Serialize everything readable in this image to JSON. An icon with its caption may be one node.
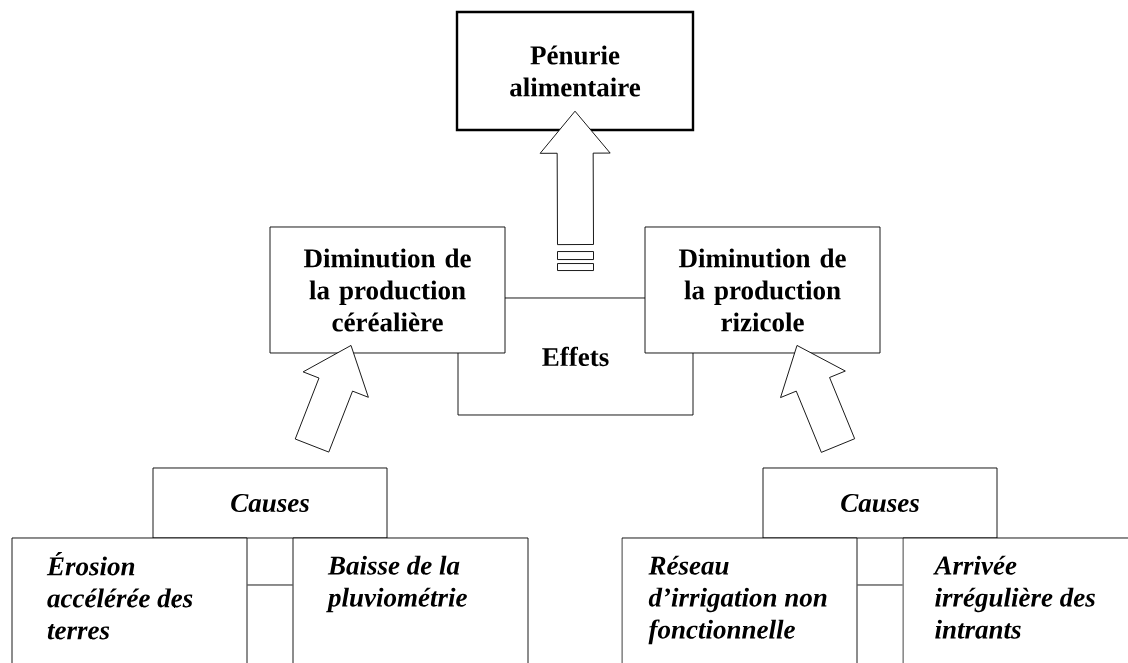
{
  "diagram": {
    "nodes": [
      {
        "text": [
          "Pénurie alimentaire"
        ]
      },
      {
        "text": [
          "Diminution de la production céréalière"
        ]
      },
      {
        "text": [
          "Diminution de la production rizicole"
        ]
      },
      {
        "text": [
          "Effets"
        ]
      },
      {
        "text": [
          "Causes"
        ]
      },
      {
        "text": [
          "Causes"
        ]
      },
      {
        "text": [
          "Érosion accélérée des terres"
        ]
      },
      {
        "text": [
          "Baisse de la pluviométrie"
        ]
      },
      {
        "text": [
          "Réseau d’irrigation non fonctionnelle"
        ]
      },
      {
        "text": [
          "Arrivée irrégulière des intrants"
        ]
      }
    ],
    "edges": [
      {
        "from": 3,
        "to": 0,
        "arrow": "to"
      },
      {
        "from": 4,
        "to": 1,
        "arrow": "to"
      },
      {
        "from": 5,
        "to": 2,
        "arrow": "to"
      },
      {
        "from": 6,
        "to": 7,
        "arrow": "none"
      },
      {
        "from": 8,
        "to": 9,
        "arrow": "none"
      }
    ]
  }
}
